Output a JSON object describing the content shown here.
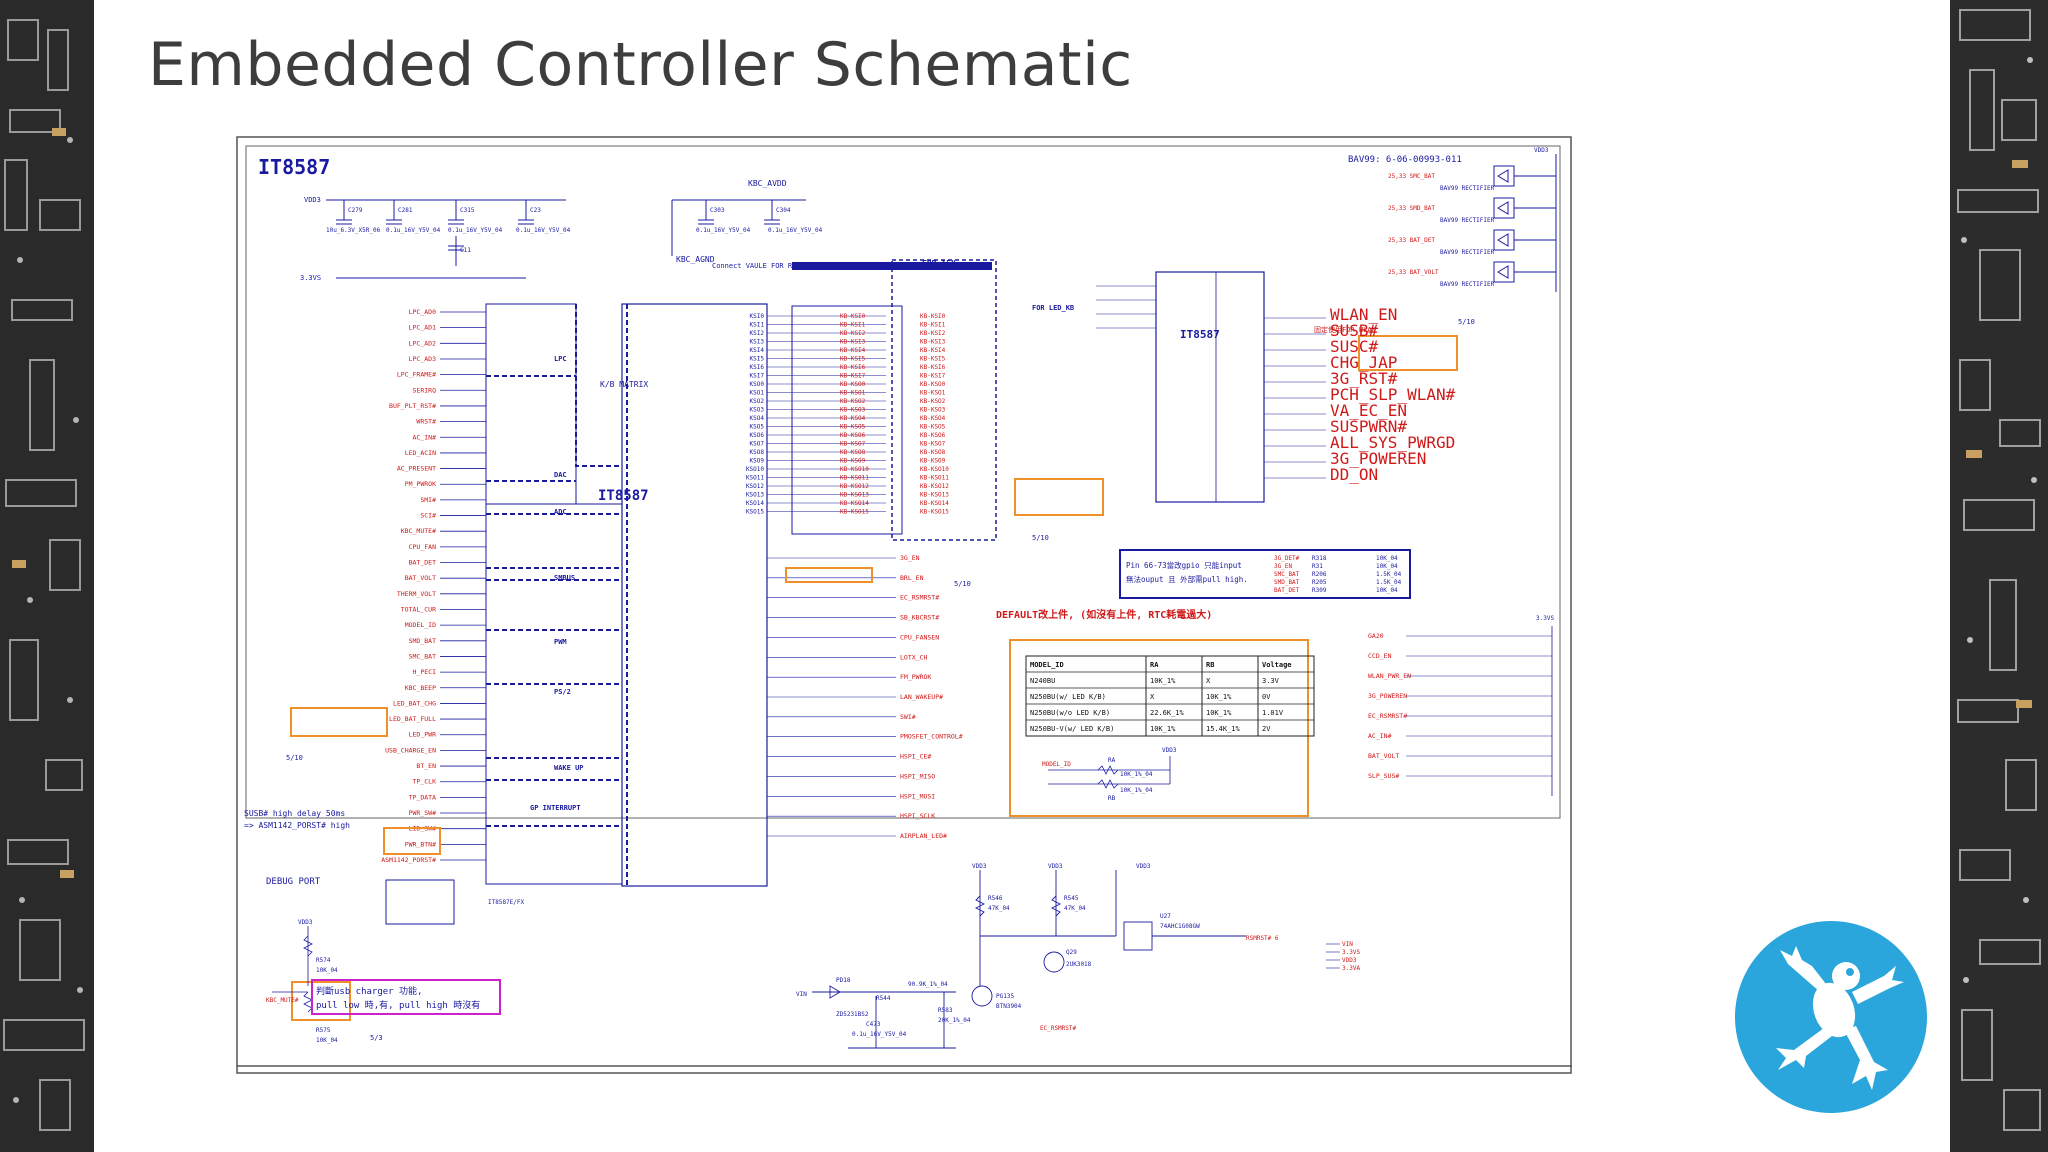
{
  "slide": {
    "title": "Embedded Controller Schematic"
  },
  "colors": {
    "title": "#3d3d3d",
    "wire": "#1a1aa0",
    "red": "#d01818",
    "green": "#1a8a2a",
    "orange": "#f0902a",
    "magenta": "#cc22cc",
    "logo": "#2aa6dc",
    "pcb": "#242424"
  },
  "schematic": {
    "chip_name": "IT8587",
    "chip_name_center": "IT8587",
    "chip_name_right": "IT8587",
    "chip_part": "IT8587E/FX",
    "bav_note": "BAV99: 6-06-00993-011",
    "kbc_avdd": "KBC_AVDD",
    "kbc_agnd": "KBC_AGND",
    "vdd3": "VDD3",
    "v3vs": "3.3VS",
    "matrix_label": "K/B MATRIX",
    "connect_note": "Connect VAULE FOR REFERENCE BY PROJECT",
    "for15": "FOR 15\"",
    "for_led_kb": "FOR LED_KB",
    "wlan_note": "固定使用FOR WLAN",
    "default_note": "DEFAULT改上件, (如沒有上件, RTC耗電過大)",
    "pin_note_1": "Pin 66-73當改gpio 只能input",
    "pin_note_2": "無法ouput 且 外部需pull high.",
    "susb_note_1": "SUSB# high delay 50ms",
    "susb_note_2": "=> ASM1142_PORST# high",
    "debug_port": "DEBUG PORT",
    "usb_note_1": "判斷usb charger 功能,",
    "usb_note_2": "pull low 時,有, pull high 時沒有",
    "sec_lpc": "LPC",
    "sec_dac": "DAC",
    "sec_adc": "ADC",
    "sec_smbus": "SMBUS",
    "sec_pwm": "PWM",
    "sec_ps2": "PS/2",
    "sec_wake": "WAKE UP",
    "sec_int": "GP INTERRUPT",
    "page_ref_1": "5/10",
    "page_ref_2": "5/10",
    "page_ref_3": "5/10",
    "page_ref_4": "5/10",
    "page_ref_5": "5/3",
    "left_nets": [
      "LPC_AD0",
      "LPC_AD1",
      "LPC_AD2",
      "LPC_AD3",
      "LPC_FRAME#",
      "SERIRQ",
      "BUF_PLT_RST#",
      "WRST#",
      "AC_IN#",
      "LED_ACIN",
      "AC_PRESENT",
      "PM_PWROK",
      "SMI#",
      "SCI#",
      "KBC_MUTE#",
      "CPU_FAN",
      "BAT_DET",
      "BAT_VOLT",
      "THERM_VOLT",
      "TOTAL_CUR",
      "MODEL_ID",
      "SMD_BAT",
      "SMC_BAT",
      "H_PECI",
      "KBC_BEEP",
      "LED_BAT_CHG",
      "LED_BAT_FULL",
      "LED_PWR",
      "USB_CHARGE_EN",
      "BT_EN",
      "TP_CLK",
      "TP_DATA",
      "PWR_SW#",
      "LID_SW#",
      "PWR_BTN#",
      "ASM1142_PORST#"
    ],
    "right_nets": [
      "BAT_DET",
      "SMD_BAT",
      "SMC_BAT",
      "BAT_VOLT",
      "WLAN_EN",
      "SUSB#",
      "SUSC#",
      "CHG_JAP",
      "3G_RST#",
      "PCH_SLP_WLAN#",
      "VA_EC_EN",
      "SUSPWRN#",
      "ALL_SYS_PWRGD",
      "3G_POWEREN",
      "DD_ON",
      "CCD_EN",
      "3G_EN",
      "BRL_EN",
      "EC_RSMRST#",
      "SB_KBCRST#",
      "CPU_FANSEN",
      "LOTX_CH",
      "FM_PWROK",
      "LAN_WAKEUP#",
      "SWI#",
      "PMOSFET_CONTROL#",
      "HSPI_CE#",
      "HSPI_MISO",
      "HSPI_MOSI",
      "HSPI_SCLK",
      "AIRPLAN_LED#"
    ],
    "ksi": [
      "KSI0",
      "KSI1",
      "KSI2",
      "KSI3",
      "KSI4",
      "KSI5",
      "KSI6",
      "KSI7"
    ],
    "kso": [
      "KSO0",
      "KSO1",
      "KSO2",
      "KSO3",
      "KSO4",
      "KSO5",
      "KSO6",
      "KSO7",
      "KSO8",
      "KSO9",
      "KSO10",
      "KSO11",
      "KSO12",
      "KSO13",
      "KSO14",
      "KSO15"
    ],
    "table": {
      "headers": [
        "MODEL_ID",
        "RA",
        "RB",
        "Voltage"
      ],
      "rows": [
        [
          "N240BU",
          "10K_1%",
          "X",
          "3.3V"
        ],
        [
          "N250BU(w/ LED K/B)",
          "X",
          "10K_1%",
          "0V"
        ],
        [
          "N250BU(w/o LED K/B)",
          "22.6K_1%",
          "10K_1%",
          "1.01V"
        ],
        [
          "N250BU-V(w/ LED K/B)",
          "10K_1%",
          "15.4K_1%",
          "2V"
        ]
      ]
    },
    "resistor_table": [
      [
        "3G_DET#",
        "R318",
        "10K_04"
      ],
      [
        "3G_EN",
        "R31",
        "10K_04"
      ],
      [
        "SMC_BAT",
        "R206",
        "1.5K_04"
      ],
      [
        "SMD_BAT",
        "R205",
        "1.5K_04"
      ],
      [
        "BAT_DET",
        "R309",
        "10K_04"
      ]
    ],
    "right_column": [
      "GA20",
      "CCD_EN",
      "WLAN_PWR_EN",
      "3G_POWEREN",
      "EC_RSMRST#",
      "AC_IN#",
      "BAT_VOLT",
      "SLP_SUS#"
    ],
    "rails": [
      "VIN",
      "3.3VS",
      "VDD3",
      "3.3VA"
    ]
  }
}
